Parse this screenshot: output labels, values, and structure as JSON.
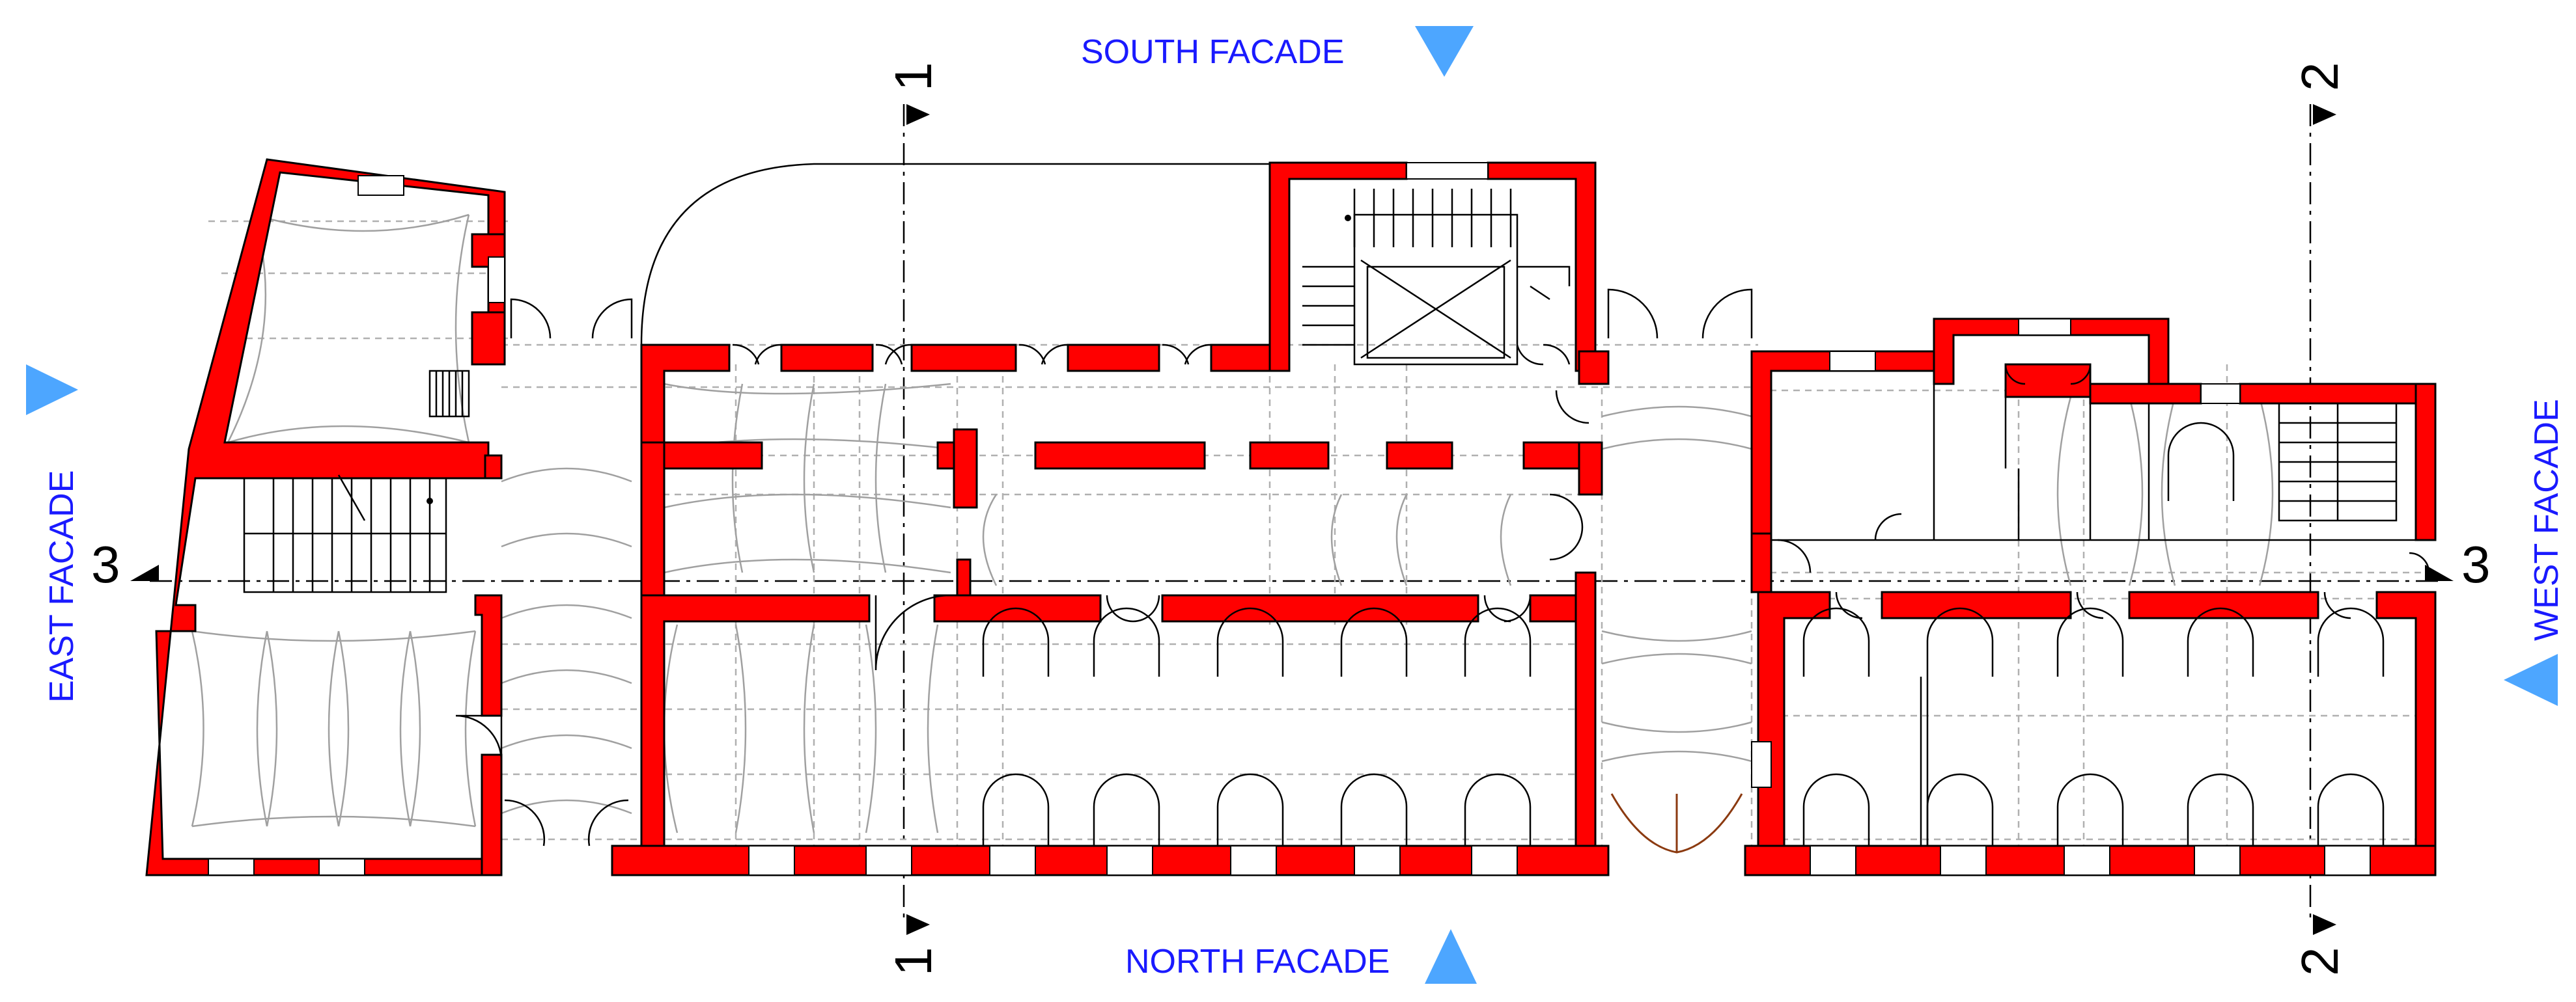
{
  "labels": {
    "south": "SOUTH FACADE",
    "north": "NORTH FACADE",
    "east": "EAST FACADE",
    "west": "WEST FACADE"
  },
  "section_markers": {
    "s1_top": "1",
    "s1_bottom": "1",
    "s2_top": "2",
    "s2_bottom": "2",
    "s3_left": "3",
    "s3_right": "3"
  },
  "colors": {
    "wall_fill": "#ff0000",
    "facade_text": "#1a1aff",
    "facade_arrow": "#4da6ff",
    "vault_line": "#a0a0a0",
    "vault_accent": "#8b3a10"
  }
}
